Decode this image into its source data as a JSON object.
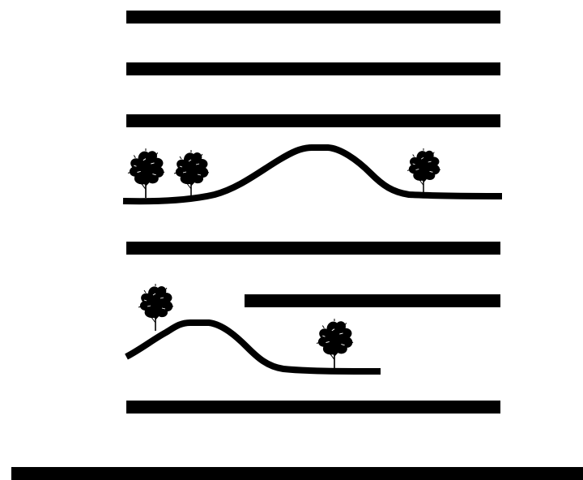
{
  "diagram": {
    "description_type": "section-diagram",
    "colors": {
      "background": "#ffffff",
      "ink": "#000000"
    },
    "elements": [
      {
        "kind": "slab",
        "id": "floor-slab-1"
      },
      {
        "kind": "slab",
        "id": "floor-slab-2"
      },
      {
        "kind": "slab",
        "id": "floor-slab-3"
      },
      {
        "kind": "terrain",
        "id": "upper-landscape",
        "trees": 3,
        "icon": "tree-icon"
      },
      {
        "kind": "slab",
        "id": "floor-slab-4"
      },
      {
        "kind": "slab",
        "id": "partial-slab"
      },
      {
        "kind": "terrain",
        "id": "lower-landscape",
        "trees": 2,
        "icon": "tree-icon"
      },
      {
        "kind": "slab",
        "id": "floor-slab-5"
      },
      {
        "kind": "slab",
        "id": "ground-slab"
      }
    ]
  }
}
